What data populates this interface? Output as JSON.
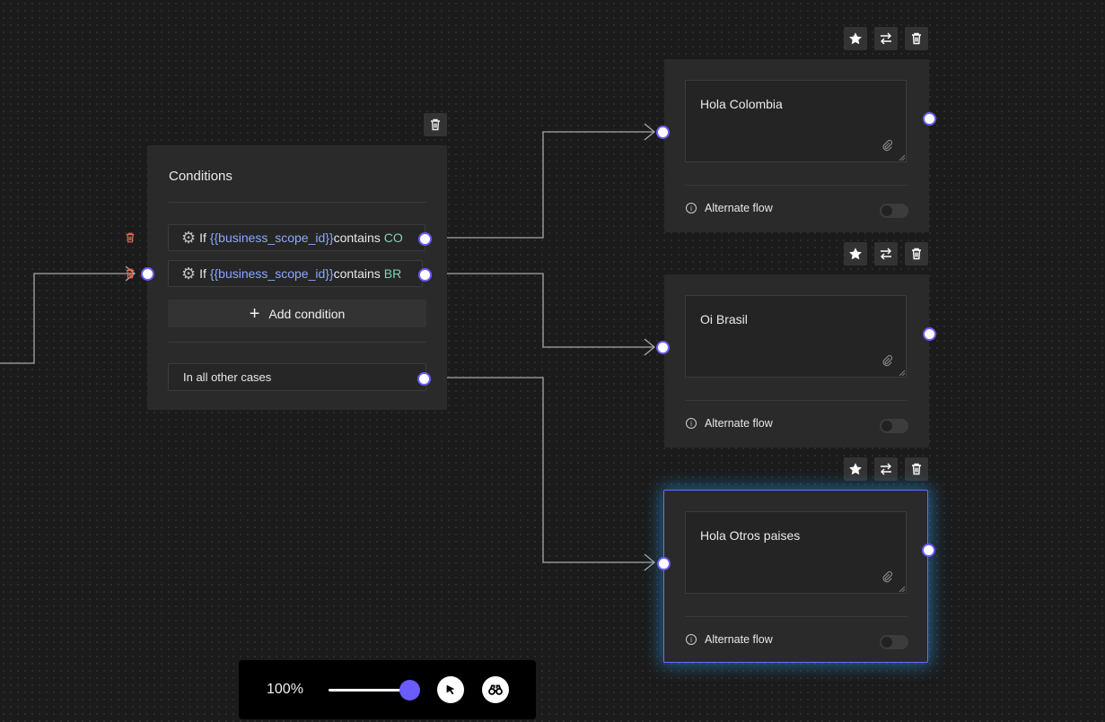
{
  "canvas": {
    "zoom_label": "100%",
    "zoom_level": 1.0
  },
  "condition_node": {
    "title": "Conditions",
    "rows": [
      {
        "if": "If",
        "variable": "{{business_scope_id}}",
        "operator": "contains",
        "value": "CO"
      },
      {
        "if": "If",
        "variable": "{{business_scope_id}}",
        "operator": "contains",
        "value": "BR"
      }
    ],
    "add_condition_label": "Add condition",
    "other_cases_label": "In all other cases"
  },
  "message_nodes": [
    {
      "text": "Hola Colombia",
      "alternate_flow_label": "Alternate flow",
      "alternate_flow_enabled": false,
      "selected": false
    },
    {
      "text": "Oi Brasil",
      "alternate_flow_label": "Alternate flow",
      "alternate_flow_enabled": false,
      "selected": false
    },
    {
      "text": "Hola Otros paises",
      "alternate_flow_label": "Alternate flow",
      "alternate_flow_enabled": false,
      "selected": true
    }
  ],
  "icons": {
    "star": "star-icon",
    "swap": "swap-icon",
    "trash": "trash-icon",
    "gear": "gear-icon",
    "paperclip": "paperclip-icon",
    "info": "info-icon",
    "pointer": "pointer-icon",
    "binoculars": "binoculars-icon"
  },
  "colors": {
    "accent": "#6a5cff",
    "variable": "#8aa9ff",
    "value": "#7fd1b9",
    "delete": "#e06a5a",
    "selected_glow": "#28aaff"
  }
}
